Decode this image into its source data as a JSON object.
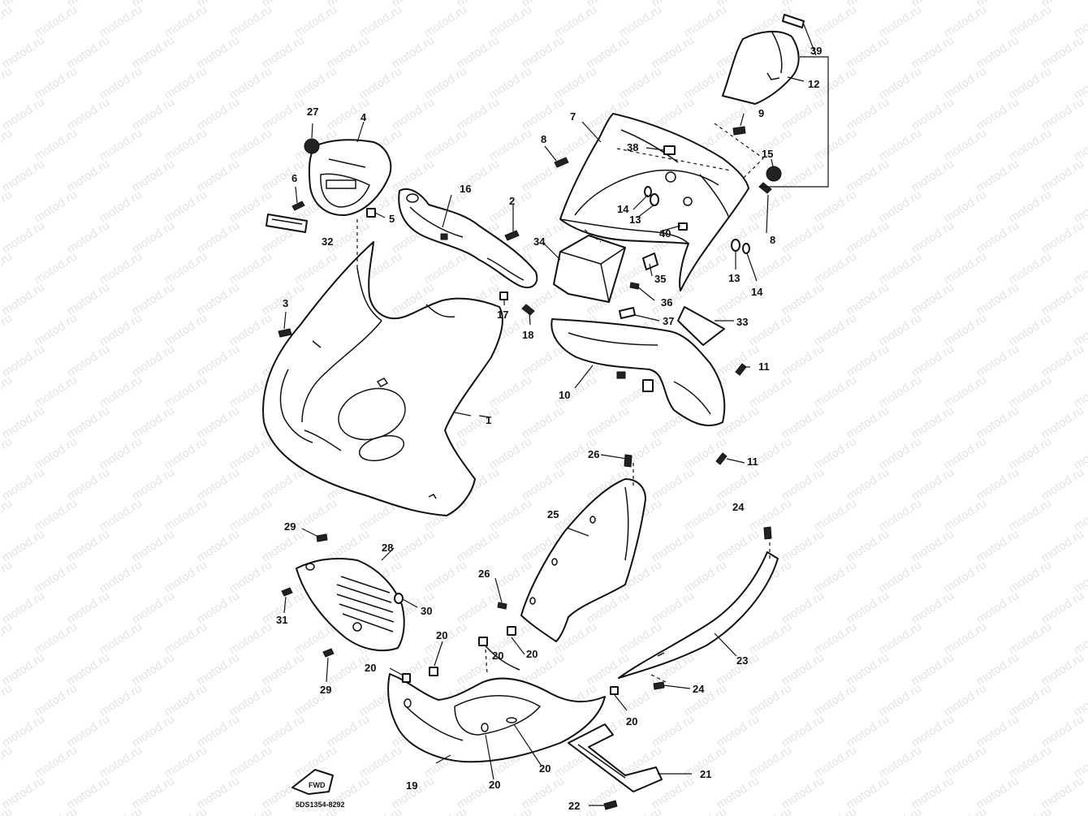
{
  "watermark": "motod.ru",
  "part_numbers": [
    "1",
    "2",
    "3",
    "4",
    "5",
    "6",
    "7",
    "8",
    "9",
    "10",
    "11",
    "12",
    "13",
    "14",
    "15",
    "16",
    "17",
    "18",
    "19",
    "20",
    "21",
    "22",
    "23",
    "24",
    "25",
    "26",
    "27",
    "28",
    "29",
    "30",
    "31",
    "32",
    "33",
    "34",
    "35",
    "36",
    "37",
    "38",
    "39",
    "40"
  ],
  "labels": {
    "p1": "1",
    "p2": "2",
    "p3": "3",
    "p4": "4",
    "p5": "5",
    "p6": "6",
    "p7": "7",
    "p8a": "8",
    "p8b": "8",
    "p9": "9",
    "p10": "10",
    "p11a": "11",
    "p11b": "11",
    "p12": "12",
    "p13a": "13",
    "p13b": "13",
    "p14a": "14",
    "p14b": "14",
    "p15": "15",
    "p16": "16",
    "p17": "17",
    "p18": "18",
    "p19": "19",
    "p20a": "20",
    "p20b": "20",
    "p20c": "20",
    "p20d": "20",
    "p20e": "20",
    "p20f": "20",
    "p20g": "20",
    "p21": "21",
    "p22": "22",
    "p23": "23",
    "p24a": "24",
    "p24b": "24",
    "p25": "25",
    "p26a": "26",
    "p26b": "26",
    "p27": "27",
    "p28": "28",
    "p29a": "29",
    "p29b": "29",
    "p30": "30",
    "p31": "31",
    "p32": "32",
    "p33": "33",
    "p34": "34",
    "p35": "35",
    "p36": "36",
    "p37": "37",
    "p38": "38",
    "p39": "39",
    "p40": "40"
  },
  "fwd_label": "FWD",
  "diagram_code": "5DS1354-8292"
}
